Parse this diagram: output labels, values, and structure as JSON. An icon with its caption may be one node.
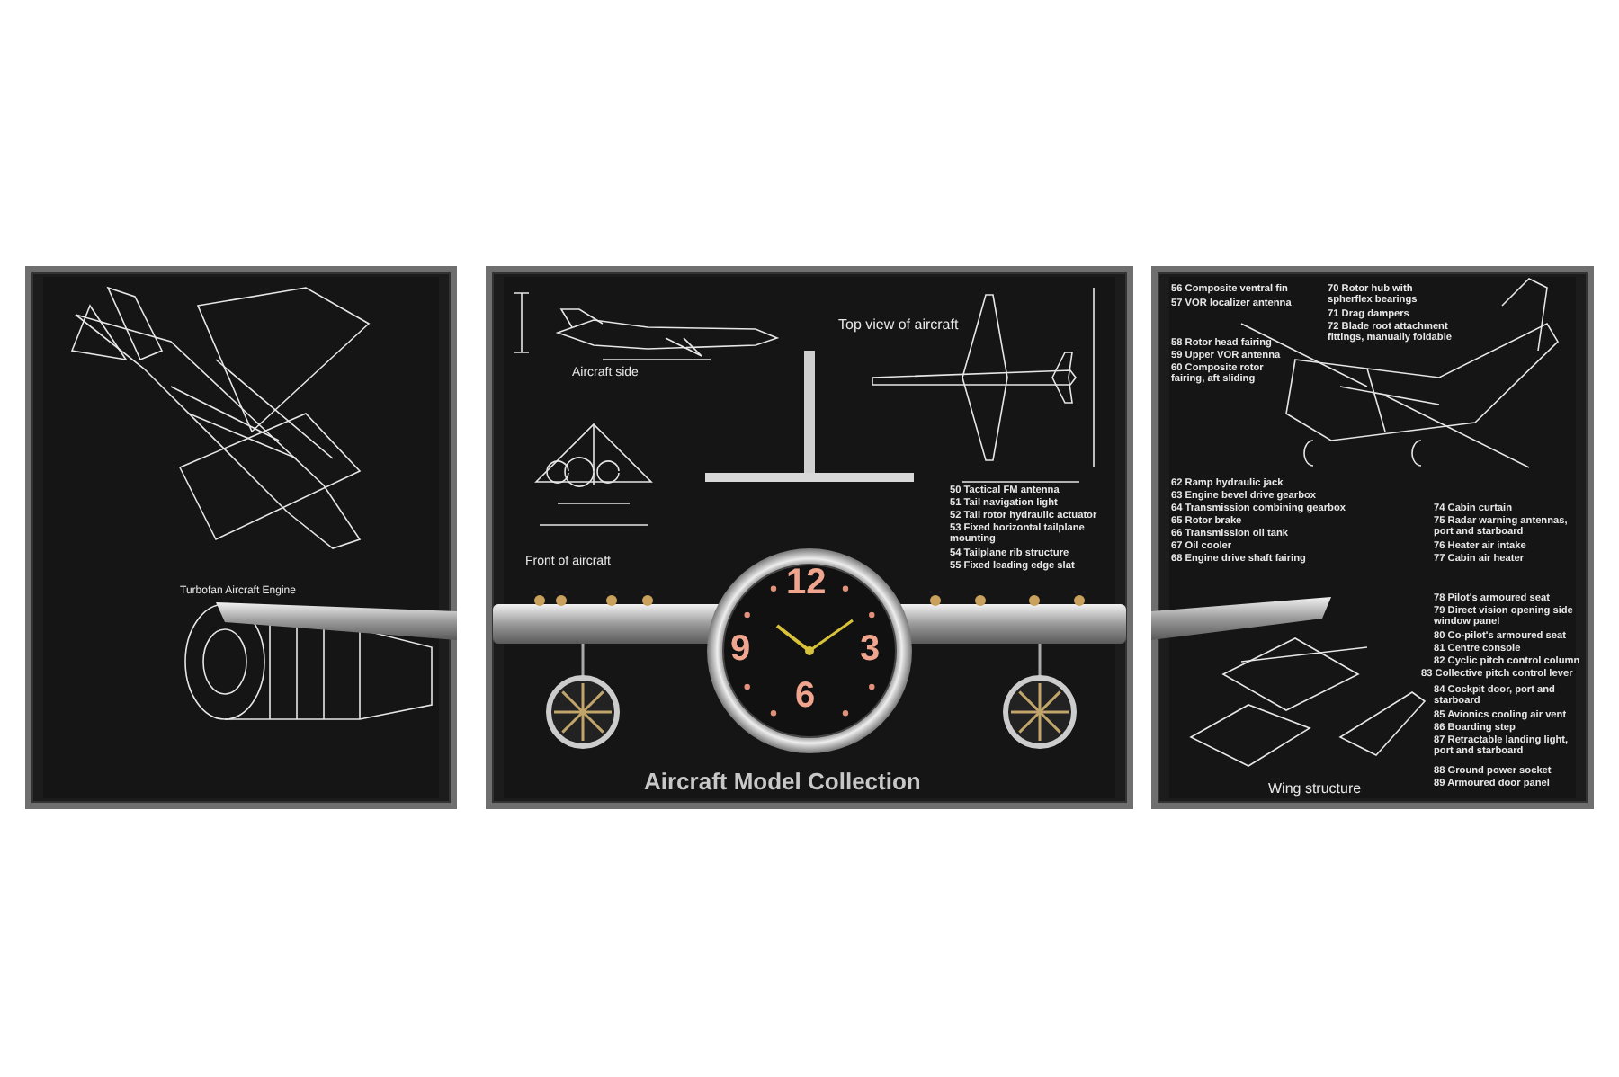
{
  "diagram": {
    "labels": [
      "Aircraft side",
      "Top view of aircraft",
      "Front of aircraft",
      "50 Tactical FM antenna",
      "51 Tail navigation light",
      "52 Tail rotor hydraulic actuator",
      "53 Fixed horizontal tailplane mounting",
      "54 Tailplane rib structure",
      "55 Fixed leading edge slat",
      "12",
      "3",
      "6",
      "9",
      "Aircraft Model Collection",
      "Turbofan Aircraft Engine",
      "56 Composite ventral fin",
      "57 VOR localizer antenna",
      "58 Rotor head fairing",
      "59 Upper VOR antenna",
      "60 Composite rotor fairing, aft sliding",
      "70 Rotor hub with spherflex bearings",
      "71 Drag dampers",
      "72 Blade root attachment fittings, manually foldable",
      "62 Ramp hydraulic jack",
      "63 Engine bevel drive gearbox",
      "64 Transmission combining gearbox",
      "65 Rotor brake",
      "66 Transmission oil tank",
      "67 Oil cooler",
      "68 Engine drive shaft fairing",
      "74 Cabin curtain",
      "75 Radar warning antennas, port and starboard",
      "76 Heater air intake",
      "77 Cabin air heater",
      "78 Pilot's armoured seat",
      "79 Direct vision opening side window panel",
      "80 Co-pilot's armoured seat",
      "81 Centre console",
      "82 Cyclic pitch control column",
      "83 Collective pitch control lever",
      "84 Cockpit door, port and starboard",
      "85 Avionics cooling air vent",
      "86 Boarding step",
      "87 Retractable landing light, port and starboard",
      "88 Ground power socket",
      "89 Armoured door panel",
      "Wing structure"
    ]
  }
}
